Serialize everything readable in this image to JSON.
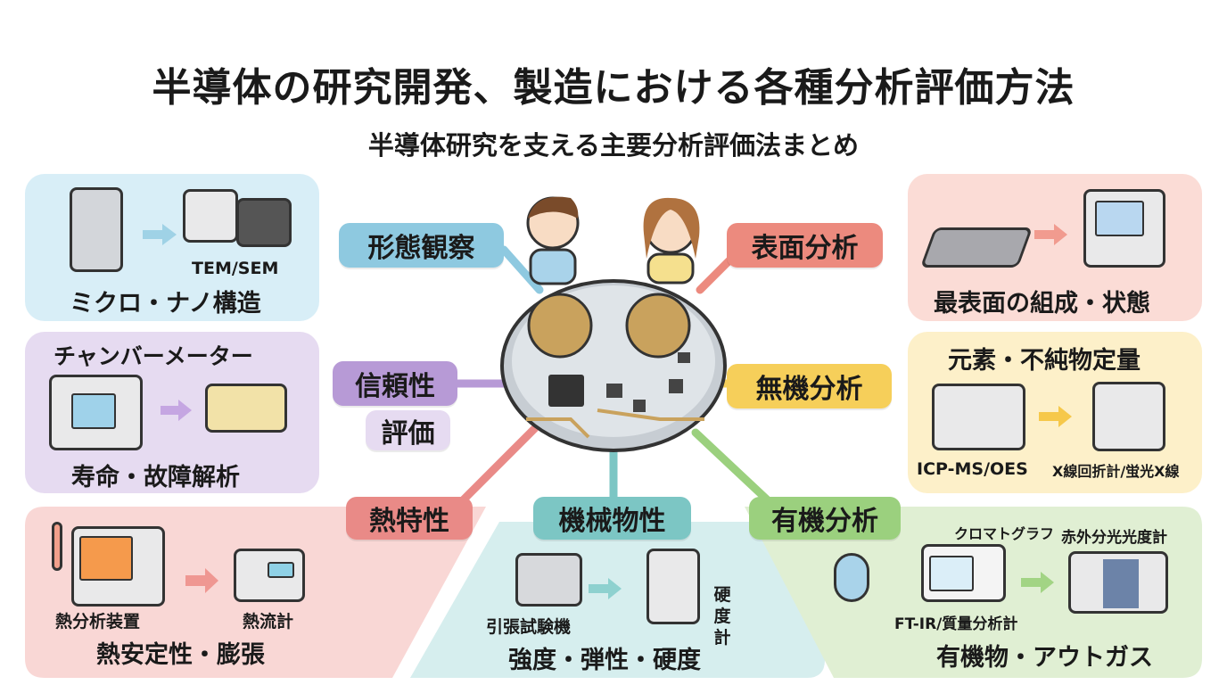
{
  "title": "半導体の研究開発、製造における各種分析評価方法",
  "subtitle": "半導体研究を支える主要分析評価法まとめ",
  "categories": {
    "morphology": {
      "tag": "形態観察",
      "device": "TEM/SEM",
      "summary": "ミクロ・ナノ構造",
      "color": "#8ec9e0"
    },
    "reliability": {
      "tag": "信頼性",
      "tag2": "評価",
      "top": "チャンバーメーター",
      "summary": "寿命・故障解析",
      "color": "#b79ad6"
    },
    "thermal": {
      "tag": "熱特性",
      "device1": "熱分析装置",
      "device2": "熱流計",
      "summary": "熱安定性・膨張",
      "color": "#e98a87"
    },
    "mechanical": {
      "tag": "機械物性",
      "device1": "引張試験機",
      "device2": "硬度計",
      "summary": "強度・弾性・硬度",
      "color": "#7cc6c4"
    },
    "surface": {
      "tag": "表面分析",
      "summary": "最表面の組成・状態",
      "color": "#ec8a7e"
    },
    "inorganic": {
      "tag": "無機分析",
      "top": "元素・不純物定量",
      "device1": "ICP-MS/OES",
      "device2": "X線回折計/蛍光X線",
      "color": "#f6cf5a"
    },
    "organic": {
      "tag": "有機分析",
      "device1": "クロマトグラフ",
      "device2": "赤外分光光度計",
      "device3": "FT-IR/質量分析計",
      "summary": "有機物・アウトガス",
      "color": "#9bd07e"
    }
  }
}
